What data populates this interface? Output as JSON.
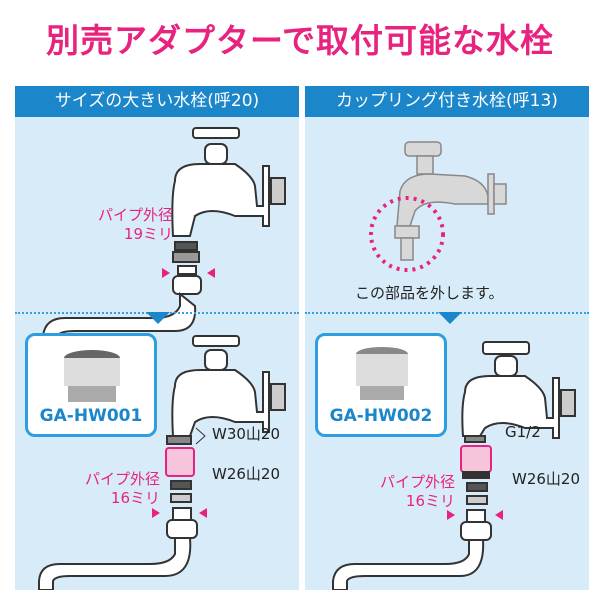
{
  "title": "別売アダプターで取付可能な水栓",
  "left": {
    "header": "サイズの大きい水栓(呼20)",
    "pipe_label_top": "パイプ外径",
    "pipe_size_top": "19ミリ",
    "product_code": "GA-HW001",
    "thread_1": "W30山20",
    "thread_2": "W26山20",
    "pipe_label_bottom": "パイプ外径",
    "pipe_size_bottom": "16ミリ"
  },
  "right": {
    "header": "カップリング付き水栓(呼13)",
    "remove_note": "この部品を外します。",
    "product_code": "GA-HW002",
    "thread_1": "G1/2",
    "thread_2": "W26山20",
    "pipe_label_bottom": "パイプ外径",
    "pipe_size_bottom": "16ミリ"
  },
  "colors": {
    "accent": "#e8237f",
    "header": "#1b86c9",
    "panel": "#d8ebf8"
  }
}
